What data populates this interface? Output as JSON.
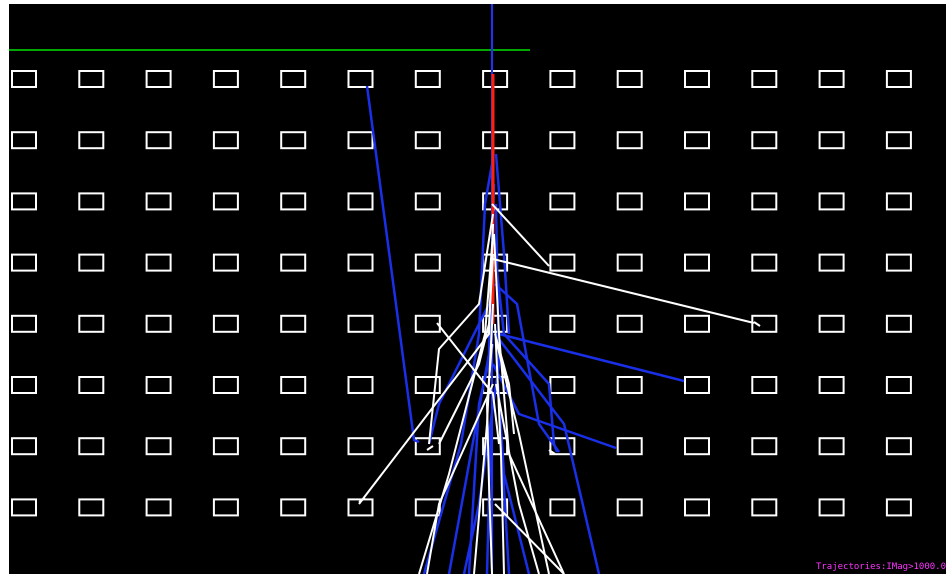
{
  "viewer": {
    "background_color": "#000000",
    "status_text": "Trajectories:IMag>1000.0",
    "status_color": "#ff33ff"
  },
  "scene": {
    "detector_color": "#ffffff",
    "boundary_color": "#00e000",
    "beam_color": "#2030ff",
    "primary_track_color": "#ff2010",
    "track_colors": {
      "white": "#ffffff",
      "blue": "#1a2fe8"
    },
    "detector_rows": 8,
    "detector_columns": 14
  }
}
